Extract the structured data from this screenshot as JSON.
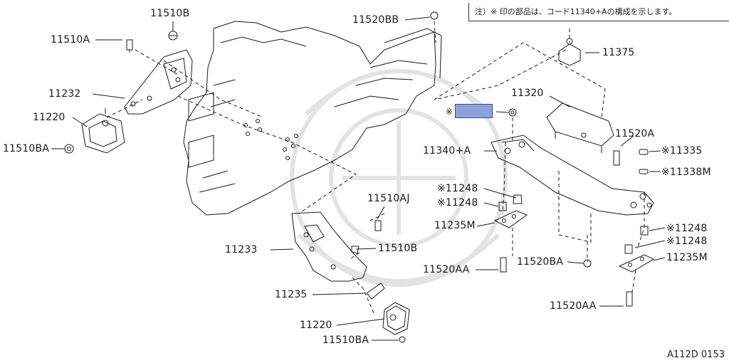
{
  "note": {
    "text": "注）※ 印の部品は、コード11340+Aの構成を示します。"
  },
  "diagram_code": "A112D 0153",
  "labels": {
    "l_11510B_top": "11510B",
    "l_11510A": "11510A",
    "l_11232": "11232",
    "l_11220_left": "11220",
    "l_11510BA_left": "11510BA",
    "l_11520BB": "11520BB",
    "l_11375": "11375",
    "l_11320": "11320",
    "l_mark_hl": "※",
    "l_11520A": "11520A",
    "l_11340A": "11340+A",
    "l_11335": "※11335",
    "l_11338M": "※11338M",
    "l_11248_a": "※11248",
    "l_11248_b": "※11248",
    "l_11235M_left": "11235M",
    "l_11510AJ": "11510AJ",
    "l_11233": "11233",
    "l_11510B_mid": "11510B",
    "l_11520AA_left": "11520AA",
    "l_11520BA": "11520BA",
    "l_11248_c": "※11248",
    "l_11248_d": "※11248",
    "l_11235M_right": "11235M",
    "l_11235": "11235",
    "l_11220_bottom": "11220",
    "l_11510BA_bottom": "11510BA",
    "l_11520AA_right": "11520AA"
  },
  "colors": {
    "line": "#1a1a1a",
    "highlight": "#8fa1dc",
    "watermark": "#e6e6e6"
  }
}
